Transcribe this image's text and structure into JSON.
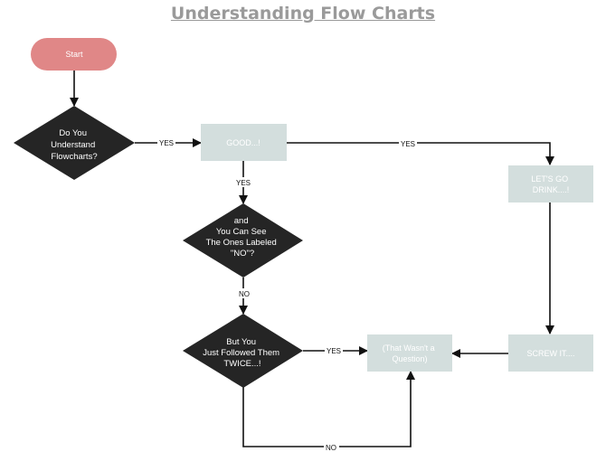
{
  "title": "Understanding Flow Charts",
  "colors": {
    "start_fill": "#e08787",
    "decision_fill": "#252525",
    "box_fill": "#d3dedd",
    "line": "#111111",
    "title": "#9a9a9a"
  },
  "nodes": {
    "start": "Start",
    "q_understand": [
      "Do You",
      "Understand",
      "Flowcharts?"
    ],
    "good": "GOOD...!",
    "lets_go": [
      "LET'S GO",
      "DRINK....!"
    ],
    "q_labeled": [
      "and",
      "You Can See",
      "The Ones  Labeled",
      "\"NO\"?"
    ],
    "q_followed": [
      "But You",
      "Just Followed  Them",
      "TWICE...!"
    ],
    "screw_it": "SCREW IT....",
    "not_question": [
      "(That Wasn't a",
      "Question)"
    ]
  },
  "edges": {
    "yes_1": "YES",
    "yes_2": "YES",
    "yes_3": "YES",
    "yes_4": "YES",
    "no_1": "NO",
    "no_2": "NO"
  }
}
